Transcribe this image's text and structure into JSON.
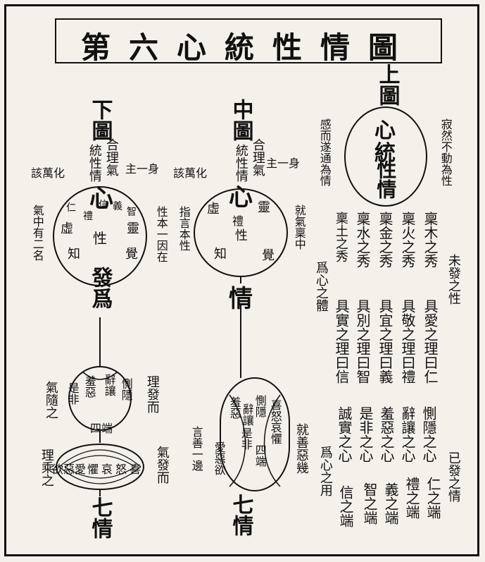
{
  "title": "第六心統性情圖",
  "upper": {
    "heading": "上圖",
    "circle": [
      "心",
      "統",
      "性情"
    ],
    "left_note": "感而遂通為情",
    "right_note": "寂然不動為性",
    "nature_columns": [
      "稟木之秀",
      "稟火之秀",
      "稟金之秀",
      "稟水之秀",
      "稟土之秀"
    ],
    "unmanifest": "未發之性",
    "substance": "爲心之體",
    "virtue_columns": [
      "具愛之理曰仁",
      "具敬之理曰禮",
      "具宜之理曰義",
      "具別之理曰智",
      "具實之理曰信"
    ],
    "feeling_columns": [
      "惻隱之心",
      "辭讓之心",
      "羞惡之心",
      "是非之心",
      "誠實之心"
    ],
    "manifest": "已發之情",
    "function": "爲心之用",
    "ends_columns": [
      "仁之端",
      "禮之端",
      "義之端",
      "智之端",
      "信之端"
    ]
  },
  "middle": {
    "heading": "中圖",
    "combine": "合理氣",
    "unify": "統性情",
    "ruler": "主一身",
    "response": "該萬化",
    "center": "心",
    "in_circle": [
      "虛",
      "靈",
      "禮",
      "性",
      "知",
      "覺"
    ],
    "side_note": "就氣稟中",
    "bottom": "情",
    "oval": [
      "惻隱",
      "辭讓",
      "羞惡",
      "是非",
      "四端"
    ],
    "oval_right": "喜怒哀懼",
    "left_note": "言善一邊",
    "love": "愛惡欲",
    "right_note": "就善惡幾",
    "seven": "七情"
  },
  "lower": {
    "heading": "下圖",
    "combine": "合理氣",
    "unify": "統性情",
    "ruler": "主一身",
    "response": "該萬化",
    "center": "心",
    "in_circle": [
      "仁",
      "禮",
      "信",
      "義",
      "智",
      "虛",
      "靈",
      "知",
      "覺",
      "性"
    ],
    "left_note": "氣中有二名",
    "right_note1": "指言本性",
    "right_note2": "性本一因在",
    "issue": "發爲",
    "principle_issues": "理發而",
    "qi_follows": "氣隨之",
    "upper_oval": [
      "惻隱",
      "辭讓",
      "羞惡",
      "是非"
    ],
    "four": "四端",
    "qi_issues": "氣發而",
    "principle_rides": "理乘之",
    "lower_oval": [
      "喜",
      "怒",
      "哀",
      "懼",
      "愛",
      "惡",
      "欲"
    ],
    "seven": "七情"
  }
}
